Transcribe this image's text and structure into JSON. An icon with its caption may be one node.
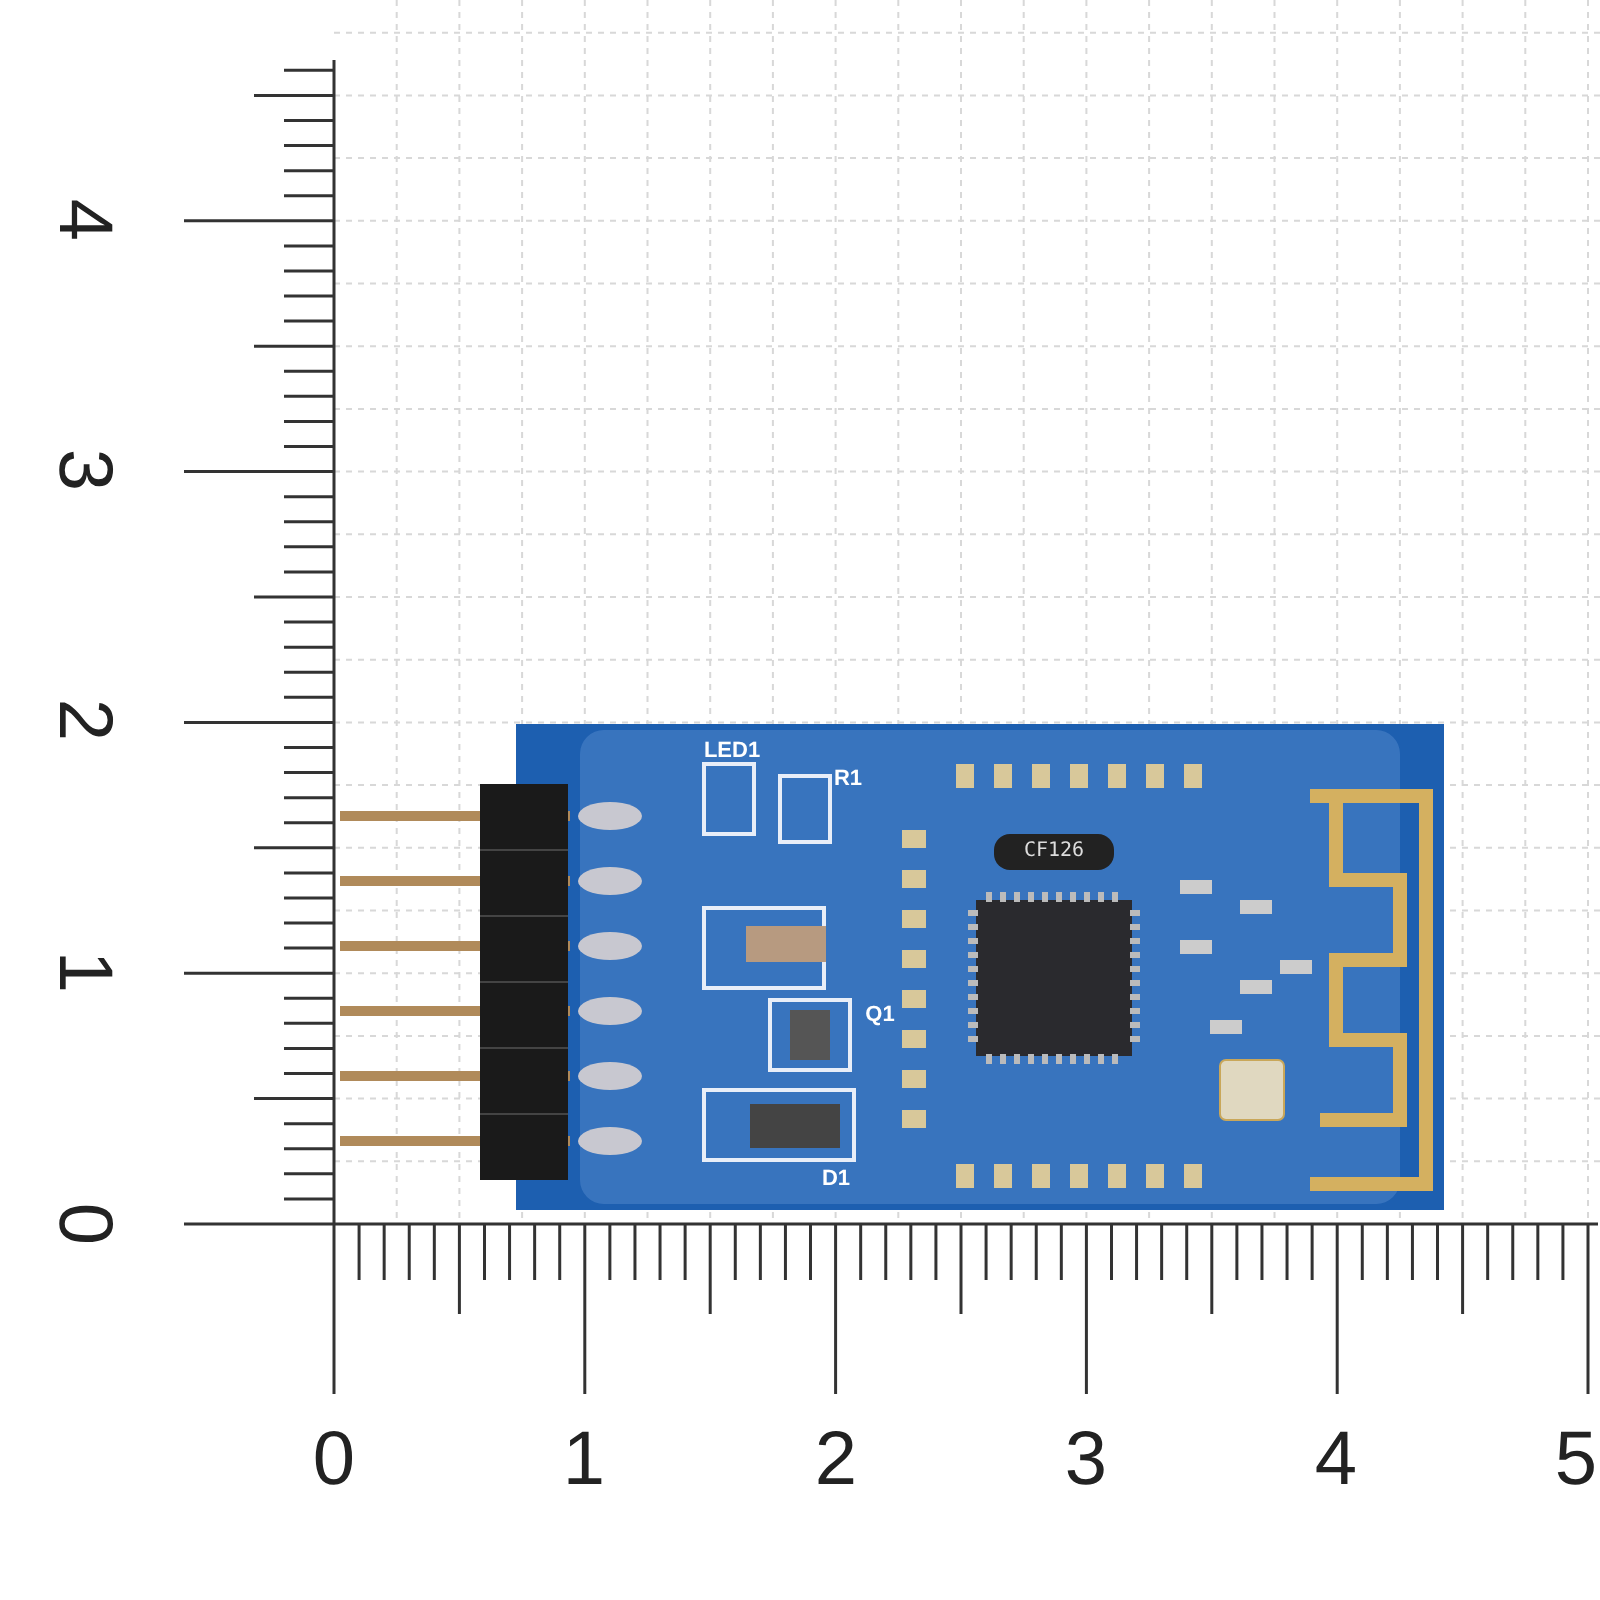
{
  "diagram": {
    "labels": [
      "4",
      "3",
      "2",
      "1",
      "0",
      "LED1",
      "R1",
      "CF126",
      "Q1",
      "D1",
      "0",
      "1",
      "2",
      "3",
      "4",
      "5"
    ]
  }
}
